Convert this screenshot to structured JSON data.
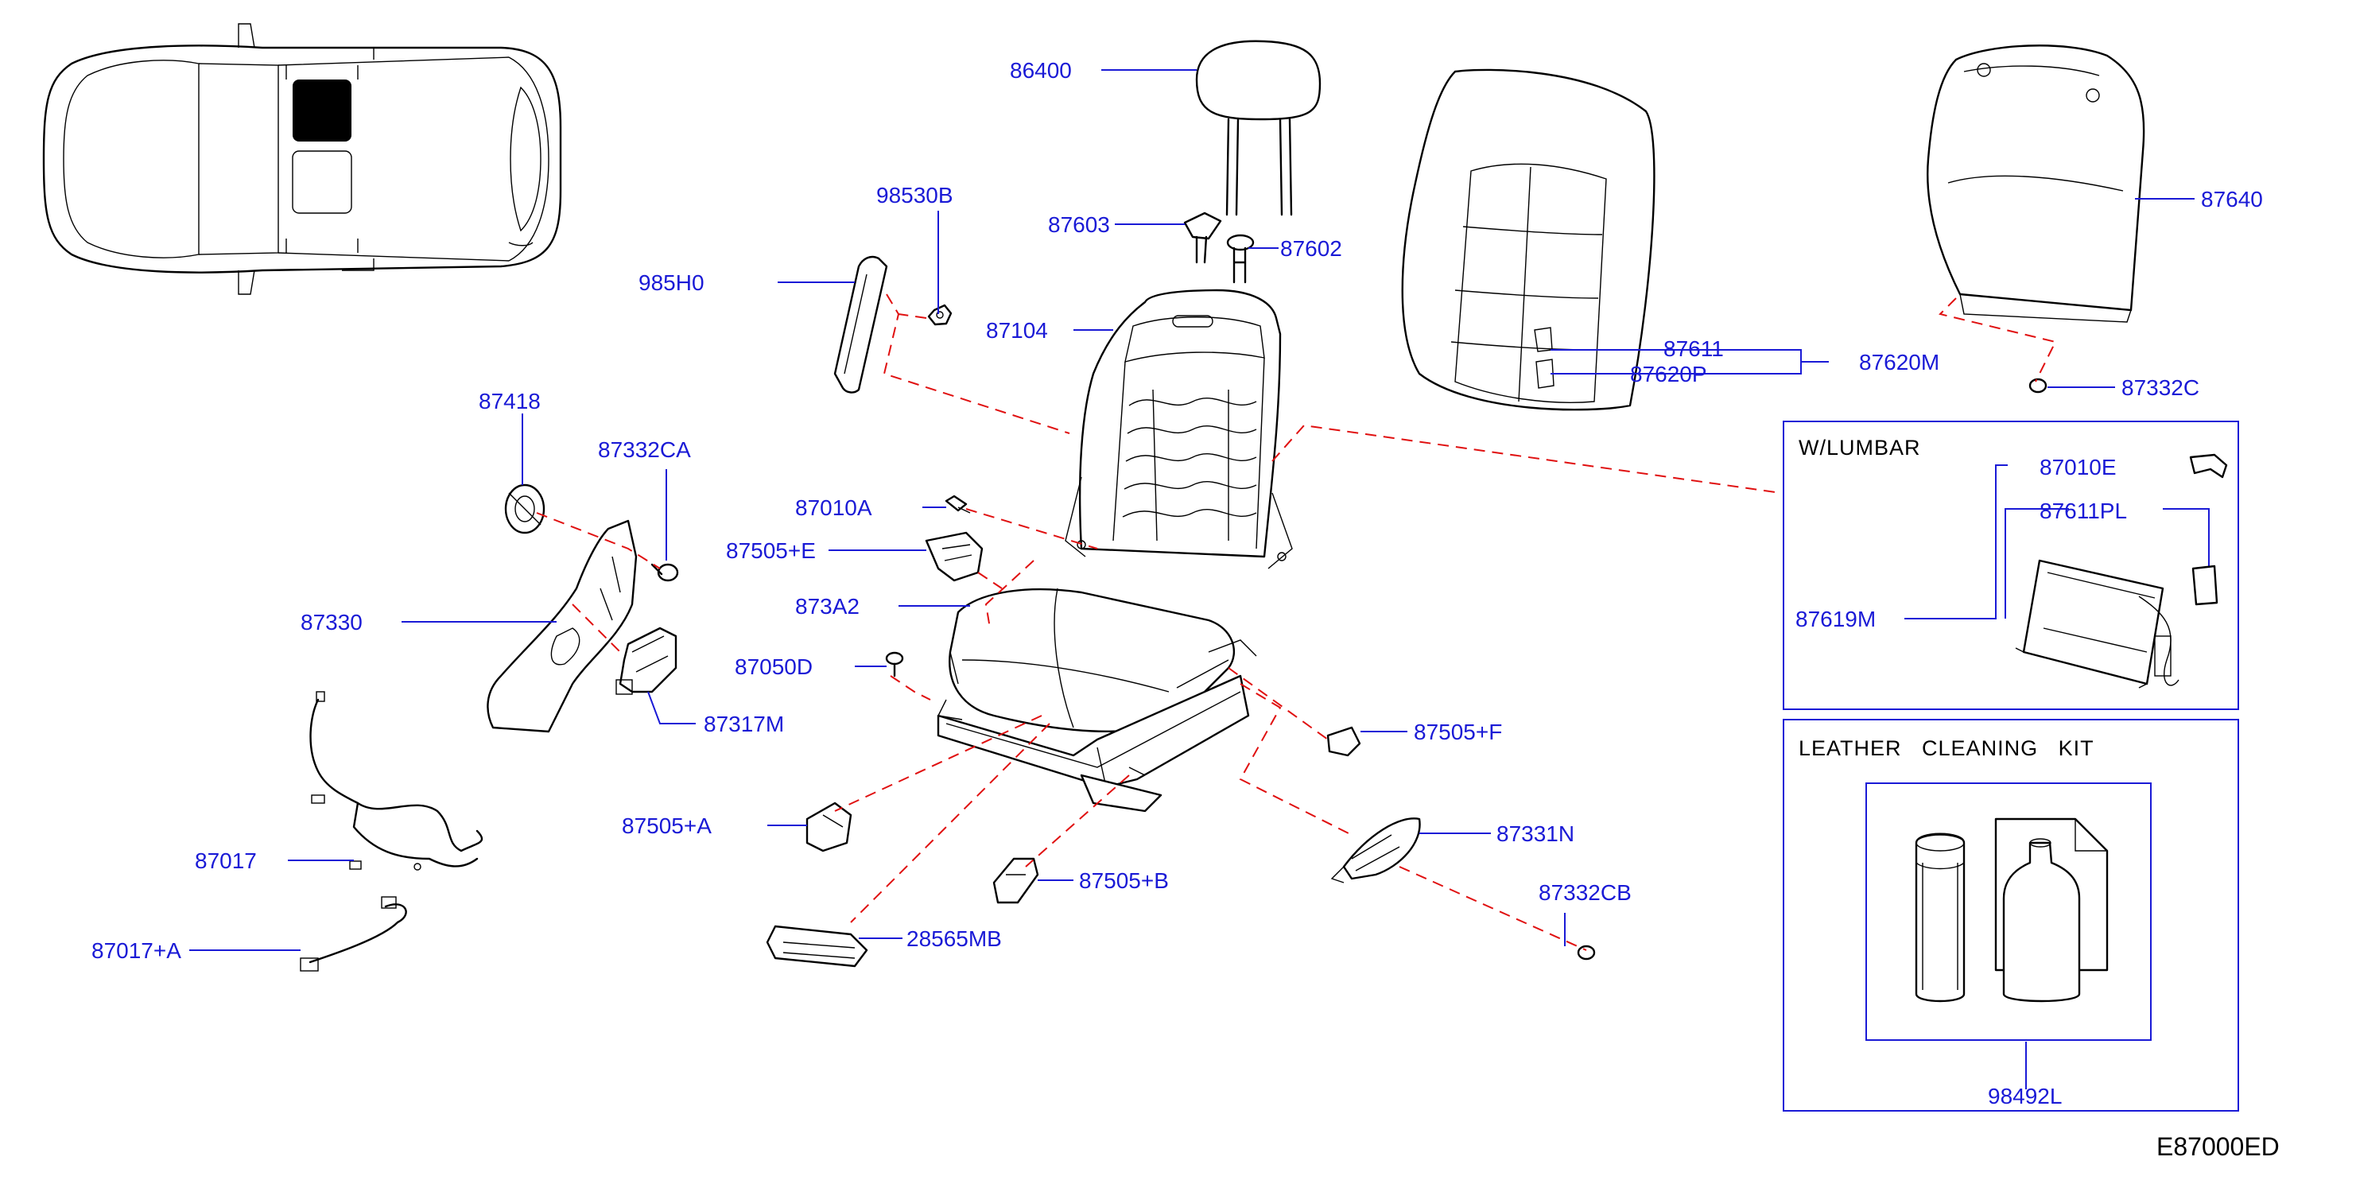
{
  "diagram_code": "E87000ED",
  "boxes": {
    "lumbar_title": "W/LUMBAR",
    "kit_title": "LEATHER   CLEANING   KIT"
  },
  "labels": {
    "headrest": "86400",
    "bracket_98530b": "98530B",
    "finisher_985h0": "985H0",
    "guide_87603": "87603",
    "guide_87602": "87602",
    "back_frame": "87104",
    "p87611": "87611",
    "p87620p": "87620P",
    "p87620m": "87620M",
    "p87640": "87640",
    "p87332c": "87332C",
    "p87418": "87418",
    "p87332ca": "87332CA",
    "p87010a": "87010A",
    "p87505e": "87505+E",
    "p873a2": "873A2",
    "p87330": "87330",
    "p87050d": "87050D",
    "p87317m": "87317M",
    "p87010e": "87010E",
    "p87611pl": "87611PL",
    "p87619m": "87619M",
    "p87505f": "87505+F",
    "p87331n": "87331N",
    "p87017": "87017",
    "p87505a": "87505+A",
    "p87332cb": "87332CB",
    "p87505b": "87505+B",
    "p87017a": "87017+A",
    "p28565mb": "28565MB",
    "p98492l": "98492L"
  },
  "colors": {
    "label": "#1a1ad6",
    "dashed_reference": "#e01010",
    "outline": "#000000"
  }
}
